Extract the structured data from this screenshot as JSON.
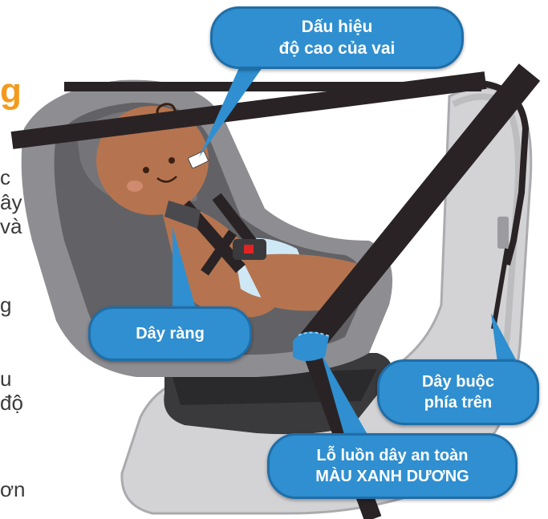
{
  "labels": {
    "shoulder_height_mark": [
      "Dấu hiệu",
      "độ cao của vai"
    ],
    "harness": "Dây ràng",
    "top_tether": [
      "Dây buộc",
      "phía trên"
    ],
    "belt_path": [
      "Lỗ luồn dây an toàn",
      "MÀU XANH DƯƠNG"
    ]
  },
  "left_edge_text": [
    {
      "text": "g",
      "style": "accent"
    },
    {
      "text": "c"
    },
    {
      "text": "ây"
    },
    {
      "text": "và"
    },
    {
      "text": "g"
    },
    {
      "text": "u"
    },
    {
      "text": "độ"
    },
    {
      "text": "ơn"
    }
  ],
  "colors": {
    "callout_fill": "#2f8fd0",
    "callout_border": "#1f6ea8",
    "belt": "#2a2325",
    "seat_shell": "#8f8f92",
    "seat_pad": "#5f5f63",
    "base": "#c9c9cc",
    "skin": "#b5744f",
    "accent_text": "#f39a1d"
  }
}
